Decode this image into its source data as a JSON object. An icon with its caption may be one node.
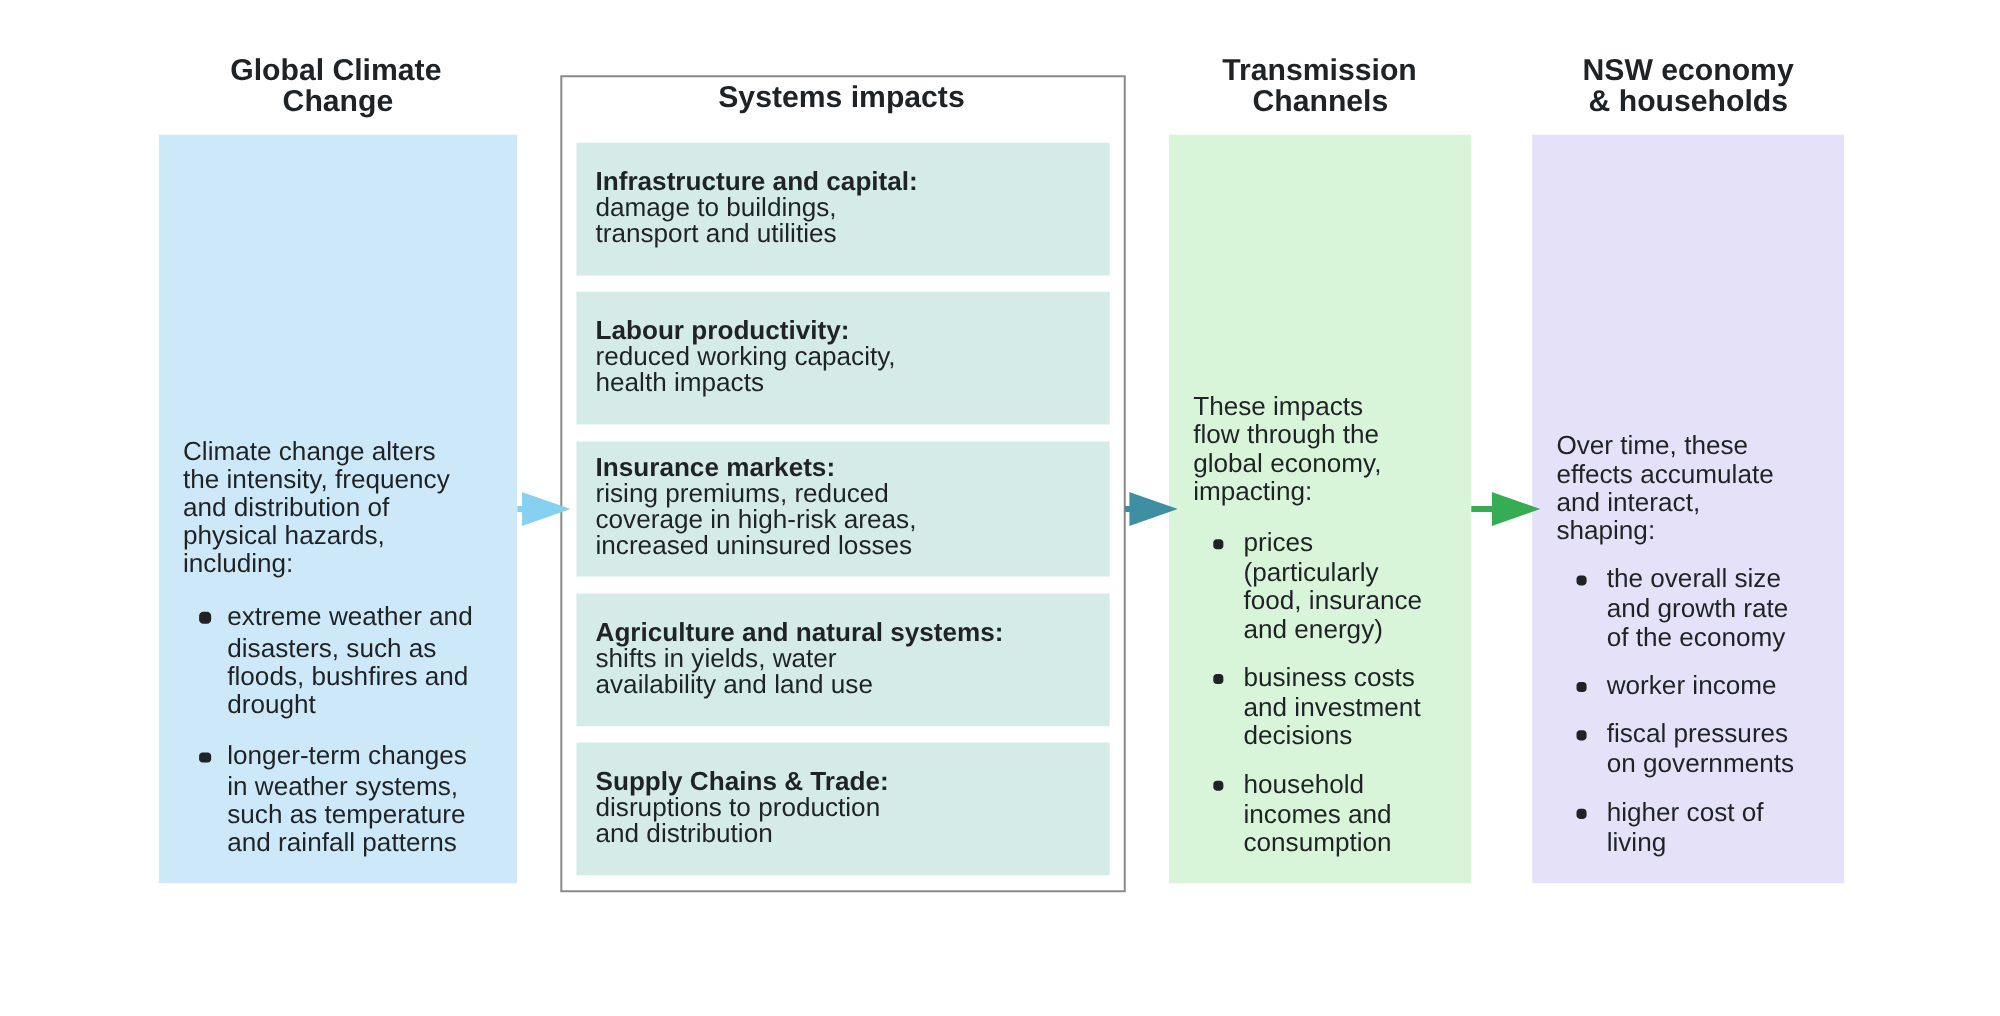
{
  "diagram": {
    "nodes": [
      {
        "text": [
          "Global Climate Change",
          "Climate change alters the intensity, frequency and distribution of physical hazards, including:",
          "extreme weather and disasters, such as floods, bushfires and drought",
          "longer-term changes in weather systems, such as temperature and rainfall patterns"
        ]
      },
      {
        "text": [
          "Systems impacts"
        ]
      },
      {
        "text": [
          "Infrastructure and capital:",
          "damage to buildings, transport and utilities"
        ],
        "in": 1
      },
      {
        "text": [
          "Labour productivity:",
          "reduced working capacity, health impacts"
        ],
        "in": 1
      },
      {
        "text": [
          "Insurance markets:",
          "rising premiums, reduced coverage in high-risk areas, increased uninsured losses"
        ],
        "in": 1
      },
      {
        "text": [
          "Agriculture and natural systems:",
          "shifts in yields, water availability and land use"
        ],
        "in": 1
      },
      {
        "text": [
          "Supply Chains & Trade:",
          "disruptions to production and distribution"
        ],
        "in": 1
      },
      {
        "text": [
          "Transmission Channels",
          "These impacts flow through the global economy, impacting:",
          "prices (particularly food, insurance and energy)",
          "business costs and investment decisions",
          "household incomes and consumption"
        ]
      },
      {
        "text": [
          "NSW economy & households",
          "Over time, these effects accumulate and interact, shaping:",
          "the overall size and growth rate of the economy",
          "worker income",
          "fiscal pressures on governments",
          "higher cost of living"
        ]
      }
    ],
    "edges": [
      {
        "from": 0,
        "to": 1,
        "arrow": "to",
        "color": "#86d0f0"
      },
      {
        "from": 1,
        "to": 7,
        "arrow": "to",
        "color": "#3f8fa2"
      },
      {
        "from": 7,
        "to": 8,
        "arrow": "to",
        "color": "#36ad52"
      }
    ]
  }
}
